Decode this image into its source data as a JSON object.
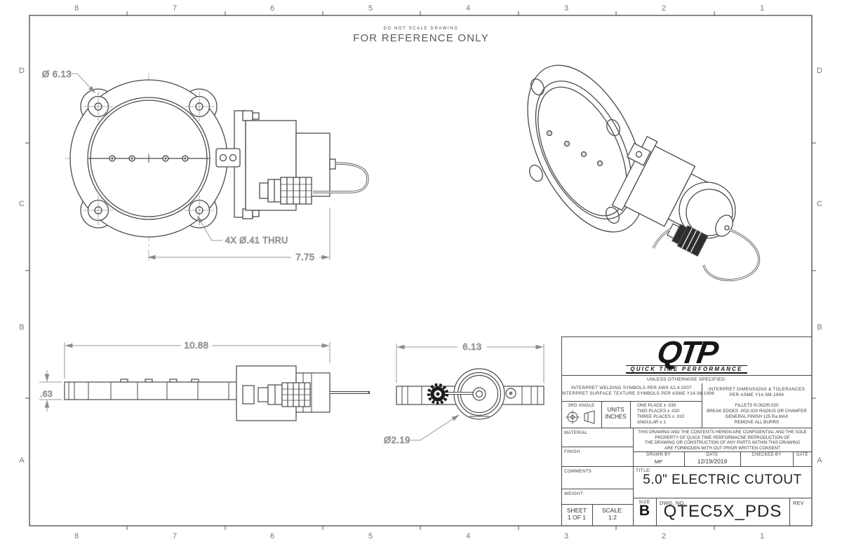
{
  "sheet": {
    "do_not_scale": "DO NOT SCALE DRAWING",
    "for_reference_only": "FOR REFERENCE ONLY",
    "zone_columns": [
      "8",
      "7",
      "6",
      "5",
      "4",
      "3",
      "2",
      "1"
    ],
    "zone_rows": [
      "D",
      "C",
      "B",
      "A"
    ]
  },
  "dimensions": {
    "front_view": {
      "flange_od": "Ø 6.13",
      "bolt_holes": "4X Ø.41 THRU",
      "overall_width": "7.75"
    },
    "side_view": {
      "overall_length": "10.88",
      "flange_thickness": ".63"
    },
    "end_view": {
      "flange_width": "6.13",
      "motor_od": "Ø2.19"
    }
  },
  "title_block": {
    "logo_text": "QTP",
    "logo_subtext": "QUICK TIME PERFORMANCE",
    "unless_otherwise": "UNLESS OTHERWISE SPECIFIED:",
    "interpret_welding": "INTERPRET WELDING SYMBOLS PER AWS A2.4:2007",
    "interpret_surface": "INTERPRET SURFACE TEXTURE SYMBOLS PER ASME Y14.36-1996",
    "third_angle_label": "3RD ANGLE",
    "units_label": "UNITS",
    "units_value": "INCHES",
    "tolerances": [
      "ONE PLACE ± .030",
      "TWO PLACES ± .020",
      "THREE PLACES ± .010",
      "ANGULAR ± 1"
    ],
    "interpret_dims_1": "INTERPRET DIMENSIONS & TOLERANCES",
    "interpret_dims_2": "PER ASME Y14.5M-1994",
    "finish_notes": [
      "FILLETS R.002/R.020",
      "BREAK EDGES .002/.020 RADIUS OR CHAMFER",
      "GENERAL FINISH 125 Ra MAX",
      "REMOVE ALL BURRS"
    ],
    "confidential_lines": [
      "THIS DRAWING AND THE CONTENTS HEREIN ARE CONFIDENTIAL AND THE SOLE",
      "PROPERTY OF QUICK TIME PERFORMACNE REPRODUCTION OF",
      "THE DRAWING OR CONSTRUCTION OF ANY PARTS WITHIN THIS DRAWING",
      "ARE FORBIDDEN WITH OUT PRIOR WRITTEN CONSENT"
    ],
    "material_label": "MATERIAL",
    "finish_label": "FINISH",
    "comments_label": "COMMENTS",
    "weight_label": "WEIGHT:",
    "drawn_by_label": "DRAWN BY",
    "drawn_by_value": "MP",
    "date_label": "DATE",
    "date_value": "12/19/2019",
    "checked_by_label": "CHECKED BY",
    "checked_date_label": "DATE",
    "title_label": "TITLE:",
    "title_value": "5.0\" ELECTRIC CUTOUT",
    "size_label": "SIZE",
    "size_value": "B",
    "dwg_no_label": "DWG. NO.",
    "dwg_no_value": "QTEC5X_PDS",
    "rev_label": "REV",
    "sheet_label": "SHEET",
    "sheet_value": "1 OF 1",
    "scale_label": "SCALE:",
    "scale_value": "1:2"
  },
  "colors": {
    "drawing_line": "#4a4a4a",
    "dimension": "#8c8c8c",
    "logo": "#161616",
    "border": "#555555"
  }
}
